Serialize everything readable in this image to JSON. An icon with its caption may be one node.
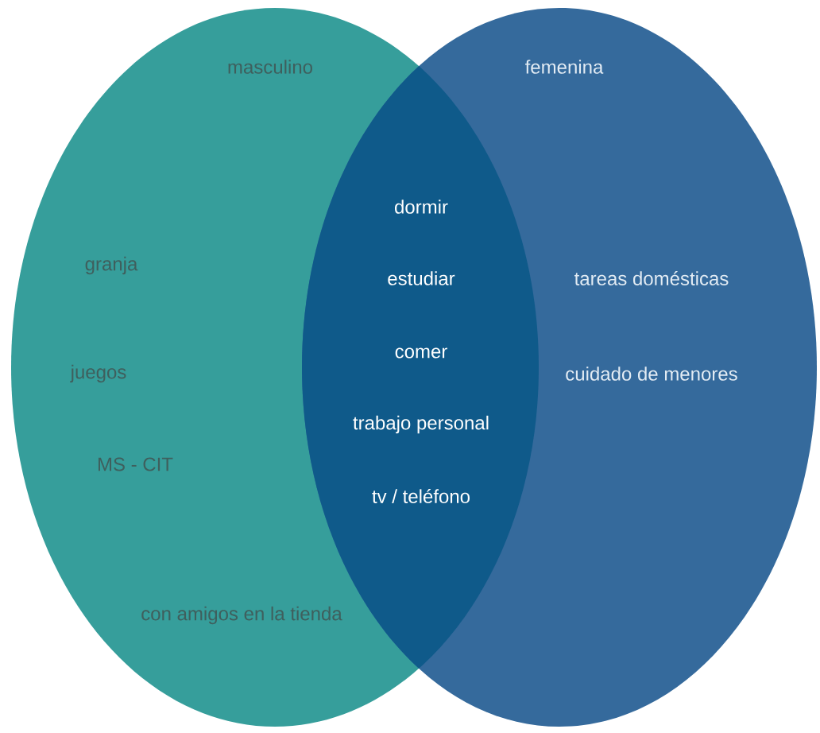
{
  "diagram": {
    "nodes": [
      {
        "text": [
          "masculino",
          "granja",
          "juegos",
          "MS - CIT",
          "con amigos en la tienda"
        ]
      },
      {
        "text": [
          "femenina",
          "tareas domésticas",
          "cuidado de menores"
        ]
      },
      {
        "text": [
          "dormir",
          "estudiar",
          "comer",
          "trabajo personal",
          "tv / teléfono"
        ]
      }
    ]
  }
}
